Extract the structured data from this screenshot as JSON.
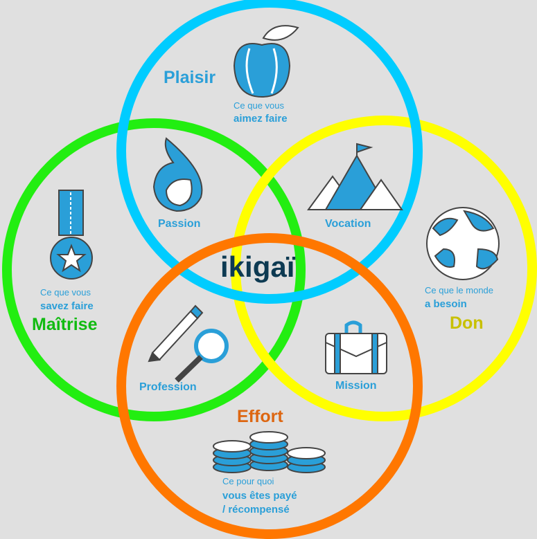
{
  "title": "ikigaï",
  "colors": {
    "plaisir": "#00ccff",
    "maitrise": "#22ee11",
    "don": "#ffff00",
    "effort": "#ff7700",
    "text": "#2a9fd8",
    "title": "#0d3a52"
  },
  "circles": {
    "plaisir": {
      "label": "Plaisir",
      "line1": "Ce que vous",
      "line2": "aimez faire",
      "icon": "apple-icon"
    },
    "maitrise": {
      "label": "Maîtrise",
      "line1": "Ce que vous",
      "line2": "savez faire",
      "icon": "medal-icon"
    },
    "don": {
      "label": "Don",
      "line1": "Ce que le monde",
      "line2": "a besoin",
      "icon": "globe-icon"
    },
    "effort": {
      "label": "Effort",
      "line1": "Ce pour quoi",
      "line2": "vous êtes payé",
      "line3": "/ récompensé",
      "icon": "coins-icon"
    }
  },
  "intersections": {
    "passion": {
      "label": "Passion",
      "icon": "flame-icon"
    },
    "vocation": {
      "label": "Vocation",
      "icon": "mountain-icon"
    },
    "profession": {
      "label": "Profession",
      "icon": "pencil-magnifier-icon"
    },
    "mission": {
      "label": "Mission",
      "icon": "briefcase-icon"
    }
  }
}
